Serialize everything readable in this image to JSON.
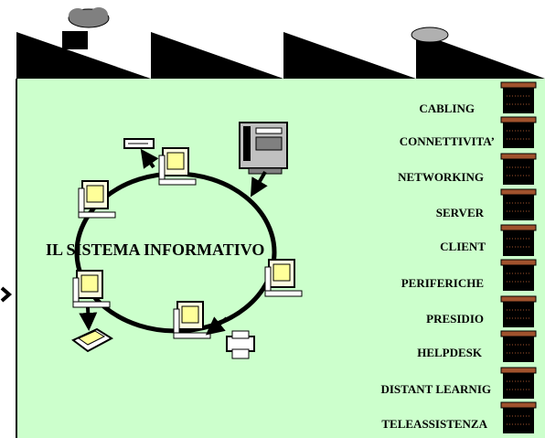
{
  "diagram": {
    "title": "IL SISTEMA INFORMATIVO",
    "colors": {
      "background": "#ccffcc",
      "roof": "#000000",
      "cabinet_top": "#a0522d",
      "cabinet_body": "#000000",
      "smoke": "#808080"
    },
    "services": [
      {
        "label": "CABLING"
      },
      {
        "label": "CONNETTIVITA’"
      },
      {
        "label": "NETWORKING"
      },
      {
        "label": "SERVER"
      },
      {
        "label": "CLIENT"
      },
      {
        "label": "PERIFERICHE"
      },
      {
        "label": "PRESIDIO"
      },
      {
        "label": "HELPDESK"
      },
      {
        "label": "DISTANT LEARNIG"
      },
      {
        "label": "TELEASSISTENZA"
      }
    ],
    "icons": [
      "factory-roof-icon",
      "smoke-icon",
      "chimney-icon",
      "server-rack-icon",
      "computer-icon",
      "modem-icon",
      "scanner-icon",
      "printer-icon",
      "cabinet-icon",
      "chevron-right-icon"
    ]
  }
}
